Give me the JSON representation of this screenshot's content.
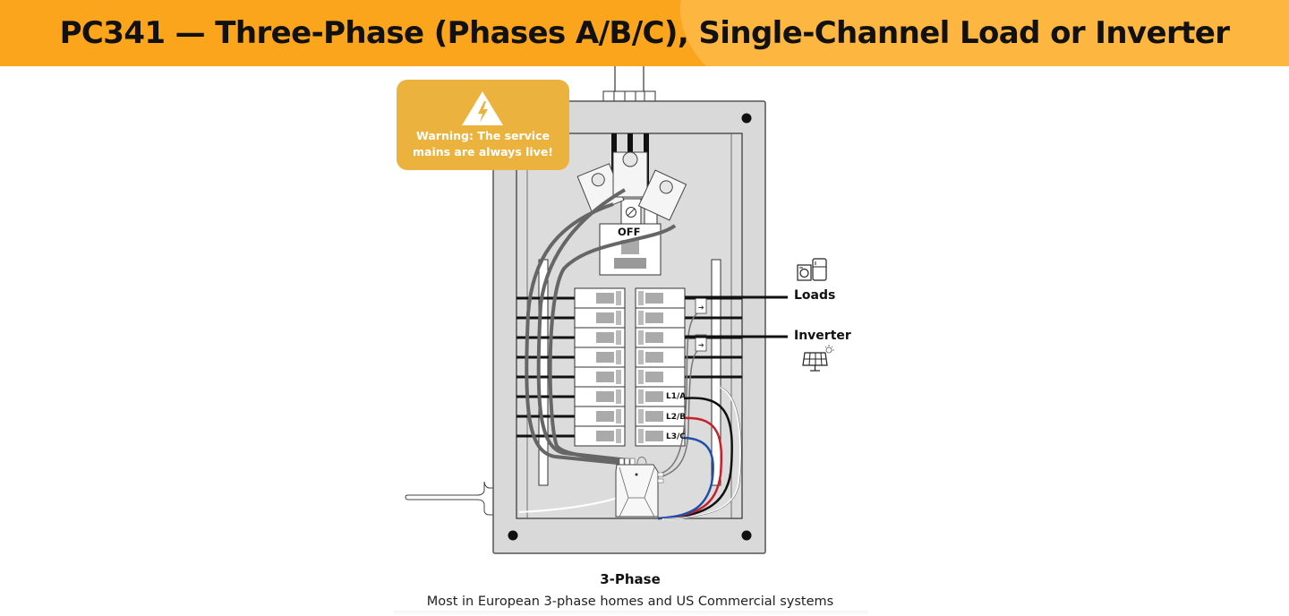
{
  "header": {
    "title": "PC341 — Three-Phase (Phases A/B/C), Single-Channel Load or Inverter",
    "background_color": "#fba51c"
  },
  "warning": {
    "icon": "high-voltage-warning-icon",
    "text_line1": "Warning: The service",
    "text_line2": "mains are always live!",
    "background_color": "#ebb23e"
  },
  "panel": {
    "main_breaker_label": "OFF",
    "phase_labels": [
      "L1/A",
      "L2/B",
      "L3/C"
    ],
    "phase_wire_colors": [
      "#111111",
      "#d0202a",
      "#1f4fa8"
    ],
    "left_breaker_count": 8,
    "right_breaker_count": 8
  },
  "outputs": {
    "loads_label": "Loads",
    "loads_icon": "washer-fridge-icon",
    "inverter_label": "Inverter",
    "inverter_icon": "solar-panel-icon"
  },
  "caption": {
    "title": "3-Phase",
    "subtitle": "Most in European 3-phase homes and US Commercial systems"
  }
}
